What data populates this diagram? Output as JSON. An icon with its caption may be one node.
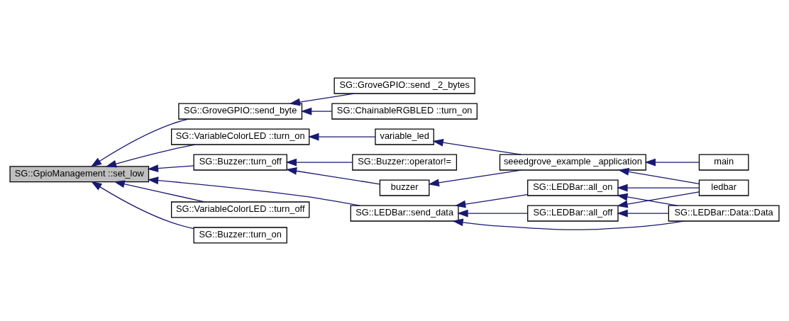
{
  "diagram": {
    "nodes": [
      {
        "text": [
          "SG::GpioManagement ::set_low"
        ]
      },
      {
        "text": [
          "SG::GroveGPIO::send_byte"
        ]
      },
      {
        "text": [
          "SG::GroveGPIO::send _2_bytes"
        ]
      },
      {
        "text": [
          "SG::ChainableRGBLED ::turn_on"
        ]
      },
      {
        "text": [
          "SG::VariableColorLED ::turn_on"
        ]
      },
      {
        "text": [
          "variable_led"
        ]
      },
      {
        "text": [
          "seeedgrove_example _application"
        ]
      },
      {
        "text": [
          "main"
        ]
      },
      {
        "text": [
          "SG::Buzzer::operator!="
        ]
      },
      {
        "text": [
          "SG::Buzzer::turn_off"
        ]
      },
      {
        "text": [
          "buzzer"
        ]
      },
      {
        "text": [
          "SG::LEDBar::send_data"
        ]
      },
      {
        "text": [
          "SG::LEDBar::all_on"
        ]
      },
      {
        "text": [
          "ledbar"
        ]
      },
      {
        "text": [
          "SG::LEDBar::all_off"
        ]
      },
      {
        "text": [
          "SG::LEDBar::Data::Data"
        ]
      },
      {
        "text": [
          "SG::VariableColorLED ::turn_off"
        ]
      },
      {
        "text": [
          "SG::Buzzer::turn_on"
        ]
      }
    ],
    "edges": [
      {
        "from": 1,
        "to": 0,
        "arrow": "to"
      },
      {
        "from": 4,
        "to": 0,
        "arrow": "to"
      },
      {
        "from": 9,
        "to": 0,
        "arrow": "to"
      },
      {
        "from": 11,
        "to": 0,
        "arrow": "to"
      },
      {
        "from": 16,
        "to": 0,
        "arrow": "to"
      },
      {
        "from": 17,
        "to": 0,
        "arrow": "to"
      },
      {
        "from": 2,
        "to": 1,
        "arrow": "to"
      },
      {
        "from": 3,
        "to": 1,
        "arrow": "to"
      },
      {
        "from": 5,
        "to": 4,
        "arrow": "to"
      },
      {
        "from": 6,
        "to": 5,
        "arrow": "to"
      },
      {
        "from": 8,
        "to": 9,
        "arrow": "to"
      },
      {
        "from": 10,
        "to": 9,
        "arrow": "to"
      },
      {
        "from": 6,
        "to": 10,
        "arrow": "to"
      },
      {
        "from": 7,
        "to": 6,
        "arrow": "to"
      },
      {
        "from": 12,
        "to": 11,
        "arrow": "to"
      },
      {
        "from": 14,
        "to": 11,
        "arrow": "to"
      },
      {
        "from": 15,
        "to": 11,
        "arrow": "to"
      },
      {
        "from": 13,
        "to": 12,
        "arrow": "to"
      },
      {
        "from": 15,
        "to": 12,
        "arrow": "to"
      },
      {
        "from": 13,
        "to": 14,
        "arrow": "to"
      },
      {
        "from": 15,
        "to": 14,
        "arrow": "to"
      },
      {
        "from": 13,
        "to": 6,
        "arrow": "to"
      }
    ]
  }
}
